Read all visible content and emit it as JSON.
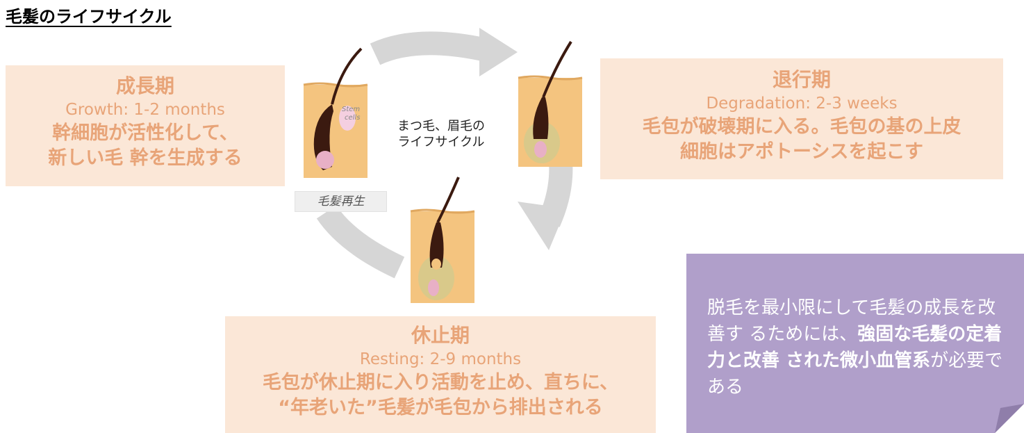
{
  "title": "毛髪のライフサイクル",
  "cycle": {
    "center_line1": "まつ毛、眉毛の",
    "center_line2": "ライフサイクル",
    "regen_label": "毛髪再生",
    "stem_label_1": "Stem",
    "stem_label_2": "cells"
  },
  "growth": {
    "heading": "成長期",
    "duration": "Growth: 1-2 months",
    "line1": "幹細胞が活性化して、",
    "line2": "新しい毛 幹を生成する"
  },
  "degradation": {
    "heading": "退行期",
    "duration": "Degradation: 2-3 weeks",
    "line1": "毛包が破壊期に入る。毛包の基の上皮",
    "line2": "細胞はアポトーシスを起こす"
  },
  "resting": {
    "heading": "休止期",
    "duration": "Resting: 2-9 months",
    "line1": "毛包が休止期に入り活動を止め、直ちに、",
    "line2": "“年老いた”毛髪が毛包から排出される"
  },
  "note": {
    "part1": "脱毛を最小限にして毛髪の成長を改善す るためには、",
    "part2": "強固な毛髪の定着力と改善 された微小血管系",
    "part3": "が必要である"
  },
  "colors": {
    "box_bg": "#fbe7d7",
    "box_text": "#e8a478",
    "note_bg": "#b09fca",
    "skin": "#f4c47f",
    "arrow": "#d6d6d6"
  }
}
